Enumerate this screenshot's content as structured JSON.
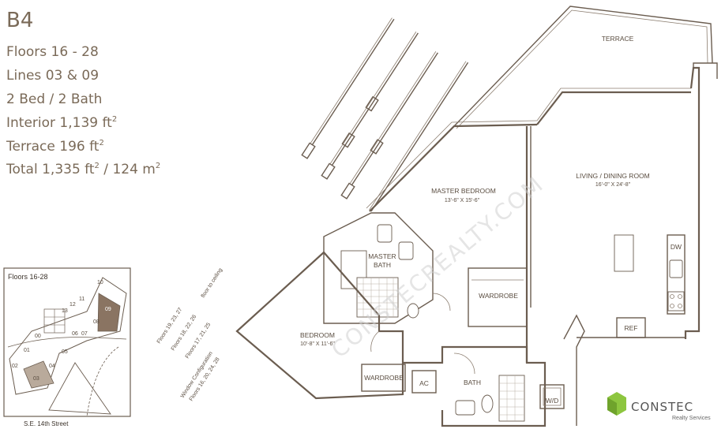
{
  "unit": {
    "name": "B4",
    "floors": "Floors 16 - 28",
    "lines": "Lines 03 & 09",
    "beds": "2 Bed / 2 Bath",
    "interior": "Interior 1,139 ft",
    "terrace": "Terrace 196 ft",
    "total_a": "Total 1,335 ft",
    "total_b": " / 124 m",
    "sup": "2"
  },
  "rooms": {
    "terrace": "TERRACE",
    "living": "LIVING / DINING ROOM",
    "living_dim": "16'-0\" X 24'-8\"",
    "master": "MASTER BEDROOM",
    "master_dim": "13'-6\" X 15'-6\"",
    "master_bath_1": "MASTER",
    "master_bath_2": "BATH",
    "wardrobe_master": "WARDROBE",
    "bedroom": "BEDROOM",
    "bedroom_dim": "10'-8\" X 11'-6\"",
    "wardrobe": "WARDROBE",
    "ac": "AC",
    "bath": "BATH",
    "wd": "W/D",
    "dw": "DW",
    "ref": "REF"
  },
  "window_config": {
    "floors_19": "Floors 19, 23, 27",
    "floors_18": "Floors 18, 22, 26",
    "floors_17": "Floors 17, 21, 25",
    "floor_to_ceiling": "floor to ceiling",
    "config_title": "Window Configuration",
    "config_floors": "Floors 16, 20, 24, 28"
  },
  "key_plan": {
    "title": "Floors 16-28",
    "units": [
      "10",
      "11",
      "12",
      "13",
      "09",
      "08",
      "07",
      "06",
      "05",
      "04",
      "03",
      "02",
      "01",
      "00"
    ],
    "street": "S.E. 14th Street",
    "highlight_color": "#8a7462",
    "highlight_color_light": "#b9aa9b"
  },
  "watermark": "CONSTECREALTY.COM",
  "brand": {
    "name": "CONSTEC",
    "tagline": "Realty Services",
    "logo_color": "#8dc63f"
  }
}
